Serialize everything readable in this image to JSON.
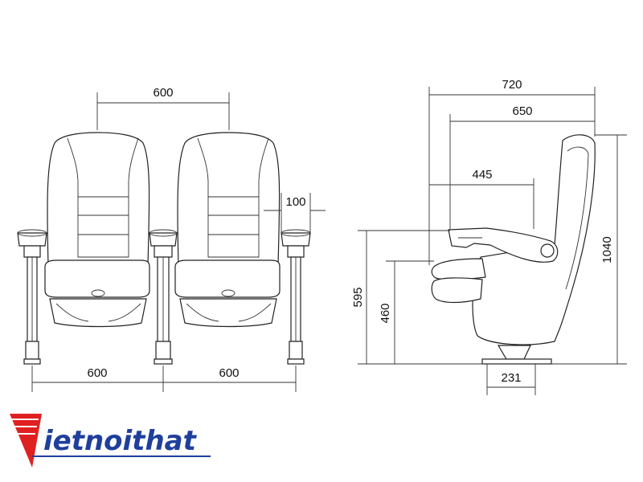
{
  "front_view": {
    "top_width": "600",
    "armrest_width": "100",
    "bottom_left_width": "600",
    "bottom_right_width": "600"
  },
  "side_view": {
    "depth_total": "720",
    "depth_seat": "650",
    "depth_arm": "445",
    "height_total": "1040",
    "height_arm": "595",
    "height_seat": "460",
    "base_width": "231"
  },
  "logo": {
    "text": "ietnoithat",
    "colors": {
      "primary": "#1f3f9c",
      "accent": "#e02020"
    }
  }
}
